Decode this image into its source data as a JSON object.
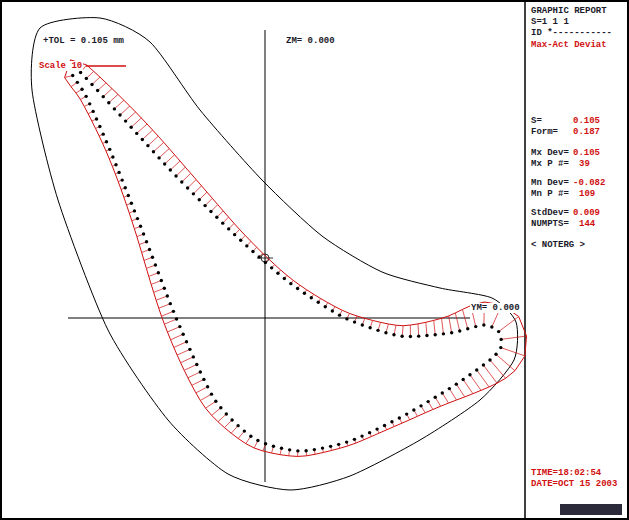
{
  "diagram": {
    "labels": [
      "+TOL = 0.105 mm",
      "ZM= 0.000",
      "Scale 10",
      "YM= 0.000",
      "GRAPHIC REPORT",
      "S=1 1 1",
      "ID *-----------",
      "Max-Act Deviat",
      "S=",
      "0.105",
      "Form=",
      "0.187",
      "Mx Dev=",
      "0.105",
      "Mx P #=",
      "39",
      "Mn Dev=",
      "-0.082",
      "Mn P #=",
      "109",
      "StdDev=",
      "0.009",
      "NUMPTS=",
      "144",
      "< NOTERG >",
      "TIME=18:02:54",
      "DATE=OCT 15 2003"
    ]
  }
}
